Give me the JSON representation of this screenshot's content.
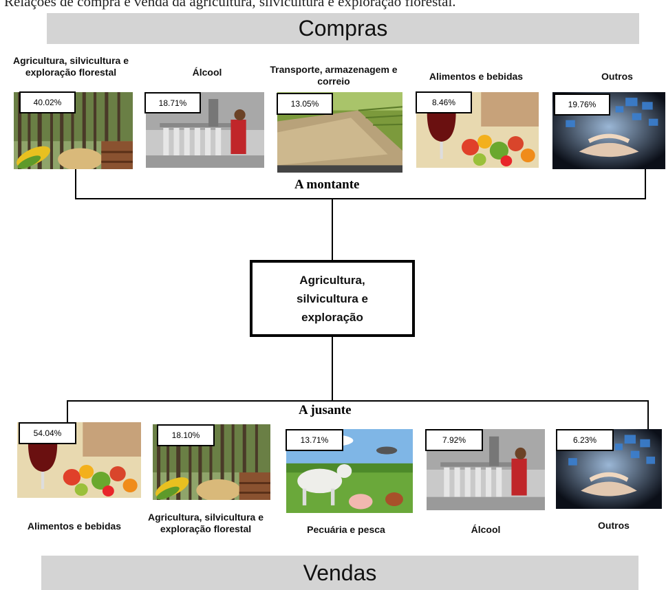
{
  "caption": "Relações de compra e venda da agricultura, silvicultura e exploração florestal.",
  "top_band": "Compras",
  "bottom_band": "Vendas",
  "upstream_label": "A montante",
  "downstream_label": "A jusante",
  "center": {
    "line1": "Agricultura,",
    "line2": "silvicultura e",
    "line3": "exploração"
  },
  "compras": [
    {
      "title": "Agricultura, silvicultura e exploração florestal",
      "pct": "40.02%",
      "image": "forest-grains-photo"
    },
    {
      "title": "Álcool",
      "pct": "18.71%",
      "image": "bottling-factory-photo"
    },
    {
      "title": "Transporte, armazenagem e correio",
      "pct": "13.05%",
      "image": "grain-truck-photo"
    },
    {
      "title": "Alimentos e bebidas",
      "pct": "8.46%",
      "image": "wine-vegetables-photo"
    },
    {
      "title": "Outros",
      "pct": "19.76%",
      "image": "digital-hands-photo"
    }
  ],
  "vendas": [
    {
      "title": "Alimentos e bebidas",
      "pct": "54.04%",
      "image": "wine-vegetables-photo"
    },
    {
      "title": "Agricultura, silvicultura e exploração florestal",
      "pct": "18.10%",
      "image": "forest-grains-photo"
    },
    {
      "title": "Pecuária e pesca",
      "pct": "13.71%",
      "image": "livestock-photo"
    },
    {
      "title": "Álcool",
      "pct": "7.92%",
      "image": "bottling-factory-photo"
    },
    {
      "title": "Outros",
      "pct": "6.23%",
      "image": "digital-hands-photo"
    }
  ]
}
